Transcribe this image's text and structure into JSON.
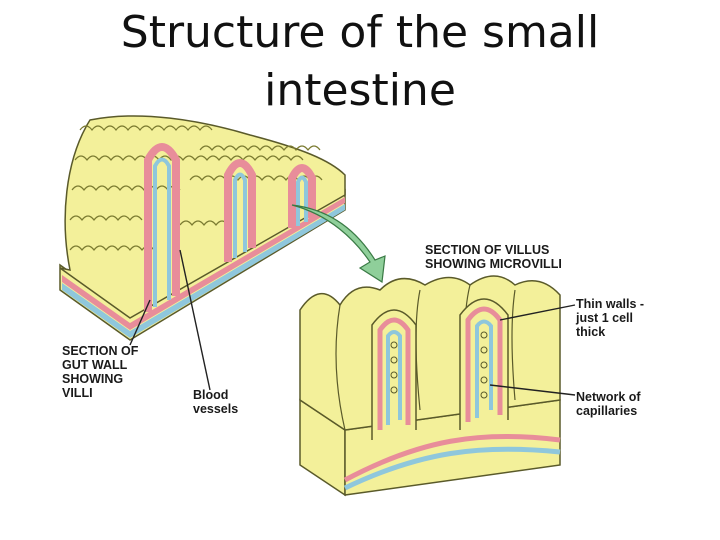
{
  "title": {
    "line1": "Structure of the small",
    "line2": "intestine"
  },
  "labels": {
    "gut_wall": [
      "SECTION OF",
      "GUT WALL",
      "SHOWING",
      "VILLI"
    ],
    "blood_vessels": [
      "Blood",
      "vessels"
    ],
    "villus_section": [
      "SECTION OF VILLUS",
      "SHOWING MICROVILLI"
    ],
    "thin_walls": [
      "Thin walls -",
      "just 1 cell",
      "thick"
    ],
    "capillaries": [
      "Network of",
      "capillaries"
    ]
  },
  "colors": {
    "tissue_yellow": "#f3f09a",
    "tissue_outline": "#5a5a2a",
    "blood_red": "#e88d9a",
    "vessel_blue": "#8fc7dc",
    "arrow_green": "#8fcf9a",
    "leader_line": "#222222"
  }
}
